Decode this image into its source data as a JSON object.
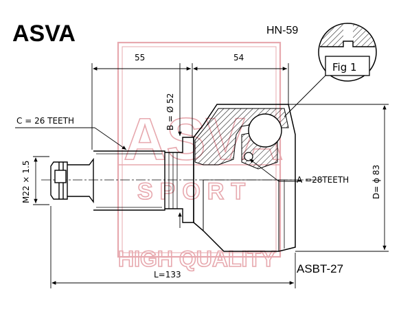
{
  "header": {
    "brand": "ASVA",
    "part_number": "HN-59"
  },
  "footer": {
    "reference": "ASBT-27"
  },
  "figure": {
    "fig_label": "Fig 1"
  },
  "dimensions": {
    "len_55": "55",
    "len_54": "54",
    "b_dia": "B = Ø 52",
    "c_teeth": "C = 26 TEETH",
    "thread": "M22 × 1.5",
    "a_teeth": "A =28TEETH",
    "d_dia": "D= ϕ 83",
    "total_len": "L=133"
  },
  "watermark": {
    "logo_text": "ASVA",
    "sport_text": "SPORT",
    "tagline": "HIGH QUALITY",
    "color": "#e7a8ae"
  },
  "colors": {
    "line": "#000000",
    "watermark": "#e7a8ae"
  }
}
